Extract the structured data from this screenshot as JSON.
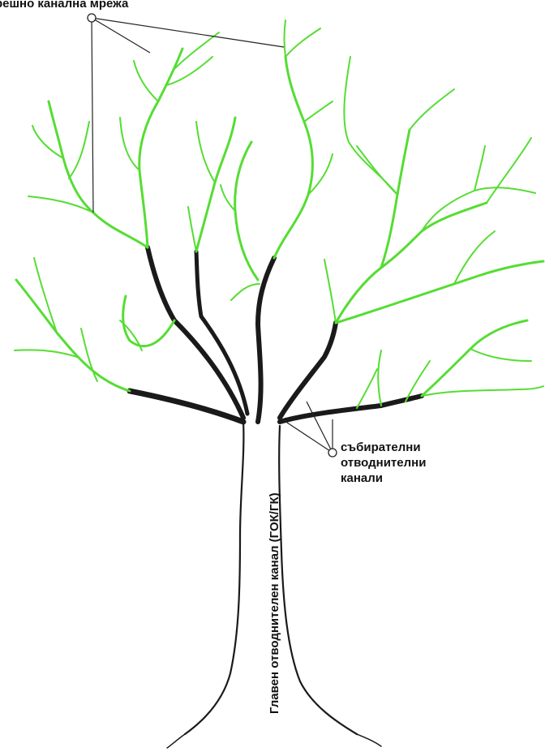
{
  "labels": {
    "network": "решно канална мрежа",
    "collector_lines": [
      "събирателни",
      "отводнителни",
      "канали"
    ],
    "main_channel": "Главен отводнителен канал (ГОК/ГК)"
  },
  "colors": {
    "secondary_network": "#55dd33",
    "main_channels": "#1a1a1a"
  }
}
